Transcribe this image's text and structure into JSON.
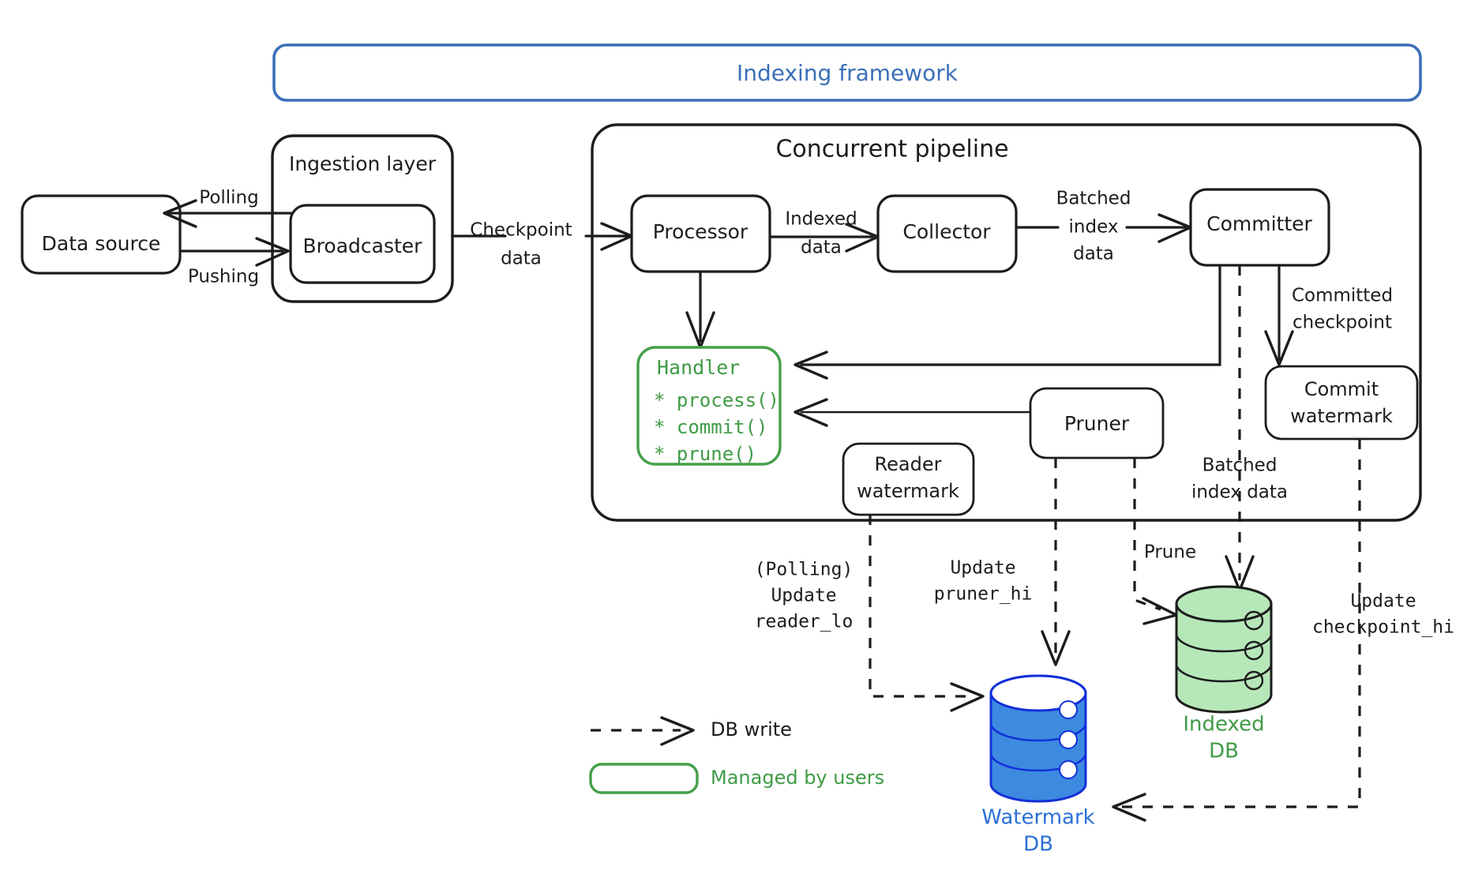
{
  "diagram": {
    "title": "Indexing framework architecture",
    "framework_box": {
      "label": "Indexing framework",
      "color": "#3a6fb8"
    },
    "ingestion_group": {
      "label": "Ingestion layer"
    },
    "pipeline_group": {
      "label": "Concurrent pipeline"
    },
    "nodes": {
      "data_source": "Data source",
      "broadcaster": "Broadcaster",
      "processor": "Processor",
      "collector": "Collector",
      "committer": "Committer",
      "commit_watermark_l1": "Commit",
      "commit_watermark_l2": "watermark",
      "reader_watermark_l1": "Reader",
      "reader_watermark_l2": "watermark",
      "pruner": "Pruner"
    },
    "handler": {
      "title": "Handler",
      "methods": [
        "* process()",
        "* commit()",
        "* prune()"
      ],
      "color": "#3f9b46"
    },
    "edge_labels": {
      "polling": "Polling",
      "pushing": "Pushing",
      "checkpoint_data_l1": "Checkpoint",
      "checkpoint_data_l2": "data",
      "indexed_data_l1": "Indexed",
      "indexed_data_l2": "data",
      "batched_index_data_l1": "Batched",
      "batched_index_data_l2": "index",
      "batched_index_data_l3": "data",
      "committed_checkpoint_l1": "Committed",
      "committed_checkpoint_l2": "checkpoint",
      "batched_index_data2_l1": "Batched",
      "batched_index_data2_l2": "index data",
      "prune": "Prune",
      "polling_update_reader_lo_l1": "(Polling)",
      "polling_update_reader_lo_l2": "Update",
      "polling_update_reader_lo_l3": "reader_lo",
      "update_pruner_hi_l1": "Update",
      "update_pruner_hi_l2": "pruner_hi",
      "update_checkpoint_hi_l1": "Update",
      "update_checkpoint_hi_l2": "checkpoint_hi"
    },
    "databases": {
      "indexed_db": {
        "line1": "Indexed",
        "line2": "DB",
        "color": "#3f9b46",
        "fill": "#b6e7b8"
      },
      "watermark_db": {
        "line1": "Watermark",
        "line2": "DB",
        "color": "#2a6fd6",
        "fill": "#3d8ae0"
      }
    },
    "legend": {
      "db_write": "DB write",
      "managed_by_users": "Managed by users",
      "managed_color": "#45a04a"
    }
  }
}
